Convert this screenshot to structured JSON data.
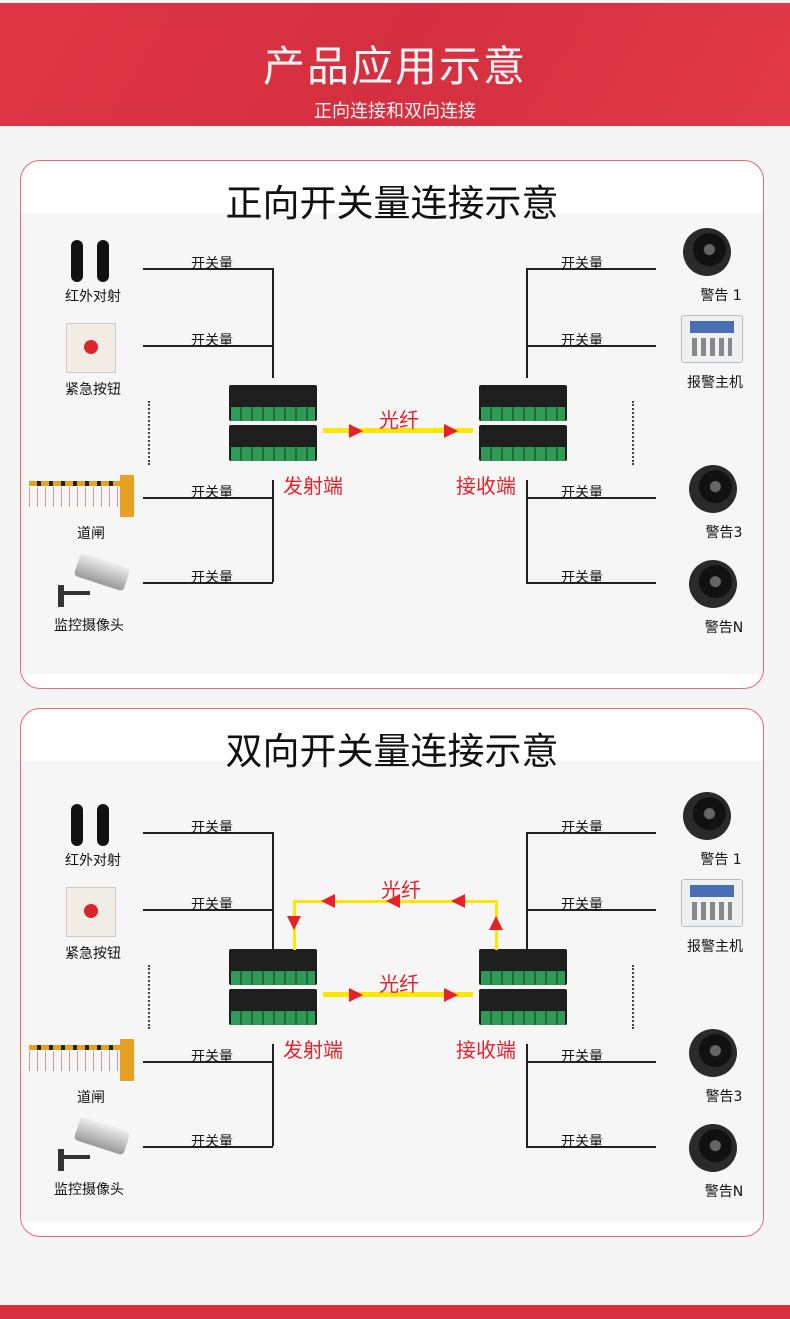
{
  "header": {
    "title": "产品应用示意",
    "subtitle": "正向连接和双向连接"
  },
  "panels": [
    {
      "title": "正向开关量连接示意",
      "bidirectional": false,
      "left_devices": [
        "红外对射",
        "紧急按钮",
        "道闸",
        "监控摄像头"
      ],
      "right_devices": [
        "警告 1",
        "报警主机",
        "警告3",
        "警告N"
      ],
      "signal_label": "开关量",
      "fiber_label": "光纤",
      "transmitter_label": "发射端",
      "receiver_label": "接收端"
    },
    {
      "title": "双向开关量连接示意",
      "bidirectional": true,
      "left_devices": [
        "红外对射",
        "紧急按钮",
        "道闸",
        "监控摄像头"
      ],
      "right_devices": [
        "警告 1",
        "报警主机",
        "警告3",
        "警告N"
      ],
      "signal_label": "开关量",
      "fiber_label": "光纤",
      "return_fiber_label": "光纤",
      "transmitter_label": "发射端",
      "receiver_label": "接收端"
    }
  ],
  "colors": {
    "brand_red": "#d83040",
    "fiber": "#ffe600",
    "arrow": "#e8202a"
  }
}
